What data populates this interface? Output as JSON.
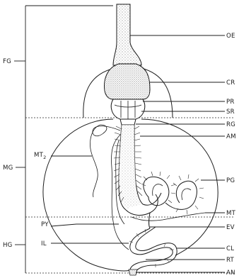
{
  "diagram": {
    "left_labels": {
      "fg": "FG",
      "mg": "MG",
      "hg": "HG"
    },
    "inner_labels": {
      "mt2_base": "MT",
      "mt2_sub": "2",
      "py": "PY",
      "il": "IL"
    },
    "right_labels": [
      {
        "key": "oe",
        "text": "OE"
      },
      {
        "key": "cr",
        "text": "CR"
      },
      {
        "key": "pr",
        "text": "PR"
      },
      {
        "key": "sr",
        "text": "SR"
      },
      {
        "key": "rg",
        "text": "RG"
      },
      {
        "key": "am",
        "text": "AM"
      },
      {
        "key": "pg",
        "text": "PG"
      },
      {
        "key": "mt",
        "text": "MT"
      },
      {
        "key": "ev",
        "text": "EV"
      },
      {
        "key": "cl",
        "text": "CL"
      },
      {
        "key": "rt",
        "text": "RT"
      },
      {
        "key": "an",
        "text": "AN"
      }
    ]
  },
  "colors": {
    "ink": "#1a1a1a",
    "paper": "#ffffff"
  }
}
